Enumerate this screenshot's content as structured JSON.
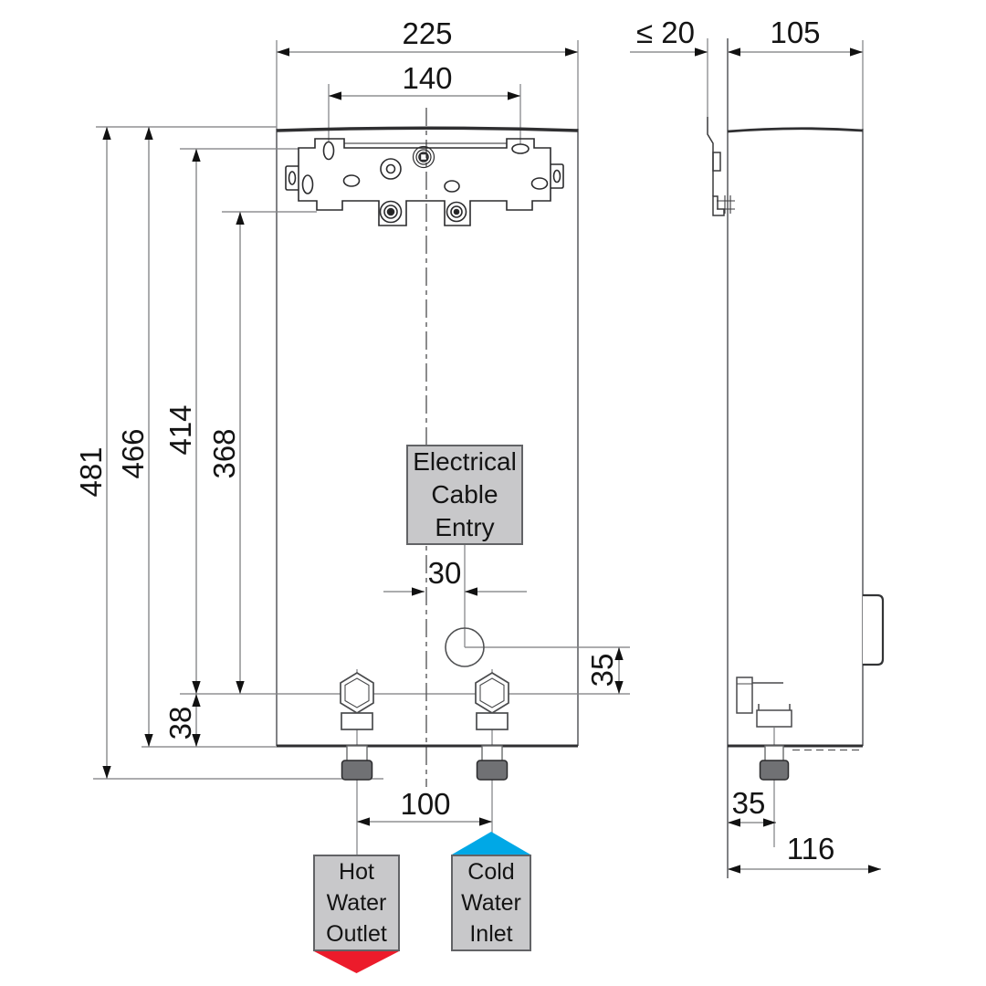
{
  "diagram": {
    "front_view": {
      "dim_width": "225",
      "dim_mounting_width": "140",
      "dim_overall_height": "481",
      "dim_body_height": "466",
      "dim_bracket_top_to_connections": "414",
      "dim_bracket_bottom_to_connections": "368",
      "dim_connections_to_bottom": "38",
      "dim_cable_entry_offset": "30",
      "dim_cable_entry_to_connections": "35",
      "dim_pipe_spacing": "100",
      "label_electrical": {
        "lines": [
          "Electrical",
          "Cable",
          "Entry"
        ]
      },
      "label_hot": {
        "lines": [
          "Hot",
          "Water",
          "Outlet"
        ]
      },
      "label_cold": {
        "lines": [
          "Cold",
          "Water",
          "Inlet"
        ]
      }
    },
    "side_view": {
      "dim_wall_clearance": "≤ 20",
      "dim_depth": "105",
      "dim_pipe_to_wall": "35",
      "dim_overall_depth": "116"
    },
    "colors": {
      "hot_arrow": "#ec1b2b",
      "cold_arrow": "#00a8e6",
      "label_background": "#c8c8ca",
      "dimension_line": "#8f9092",
      "outline": "#2f2f31"
    }
  }
}
